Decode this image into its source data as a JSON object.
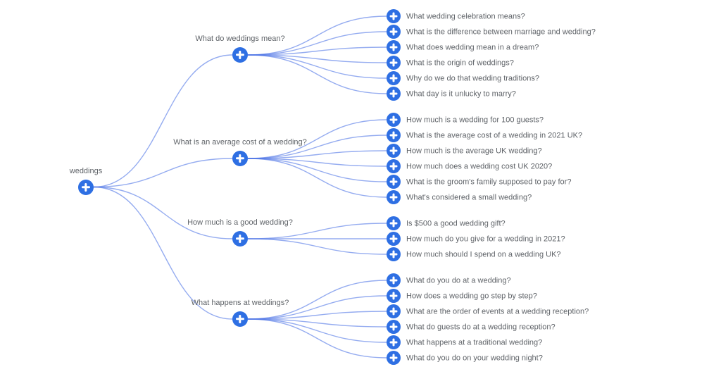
{
  "mindmap": {
    "root": {
      "label": "weddings"
    },
    "branches": [
      {
        "label": "What do weddings mean?",
        "children": [
          "What wedding celebration means?",
          "What is the difference between marriage and wedding?",
          "What does wedding mean in a dream?",
          "What is the origin of weddings?",
          "Why do we do that wedding traditions?",
          "What day is it unlucky to marry?"
        ]
      },
      {
        "label": "What is an average cost of a wedding?",
        "children": [
          "How much is a wedding for 100 guests?",
          "What is the average cost of a wedding in 2021 UK?",
          "How much is the average UK wedding?",
          "How much does a wedding cost UK 2020?",
          "What is the groom's family supposed to pay for?",
          "What's considered a small wedding?"
        ]
      },
      {
        "label": "How much is a good wedding?",
        "children": [
          "Is $500 a good wedding gift?",
          "How much do you give for a wedding in 2021?",
          "How much should I spend on a wedding UK?"
        ]
      },
      {
        "label": "What happens at weddings?",
        "children": [
          "What do you do at a wedding?",
          "How does a wedding go step by step?",
          "What are the order of events at a wedding reception?",
          "What do guests do at a wedding reception?",
          "What happens at a traditional wedding?",
          "What do you do on your wedding night?"
        ]
      }
    ],
    "icons": {
      "expand": "plus-icon"
    },
    "colors": {
      "node_fill": "#2e6fe3",
      "connector": "#4f75e6",
      "label_text": "#5f6368",
      "plus_glyph": "#ffffff",
      "background": "#ffffff"
    }
  }
}
